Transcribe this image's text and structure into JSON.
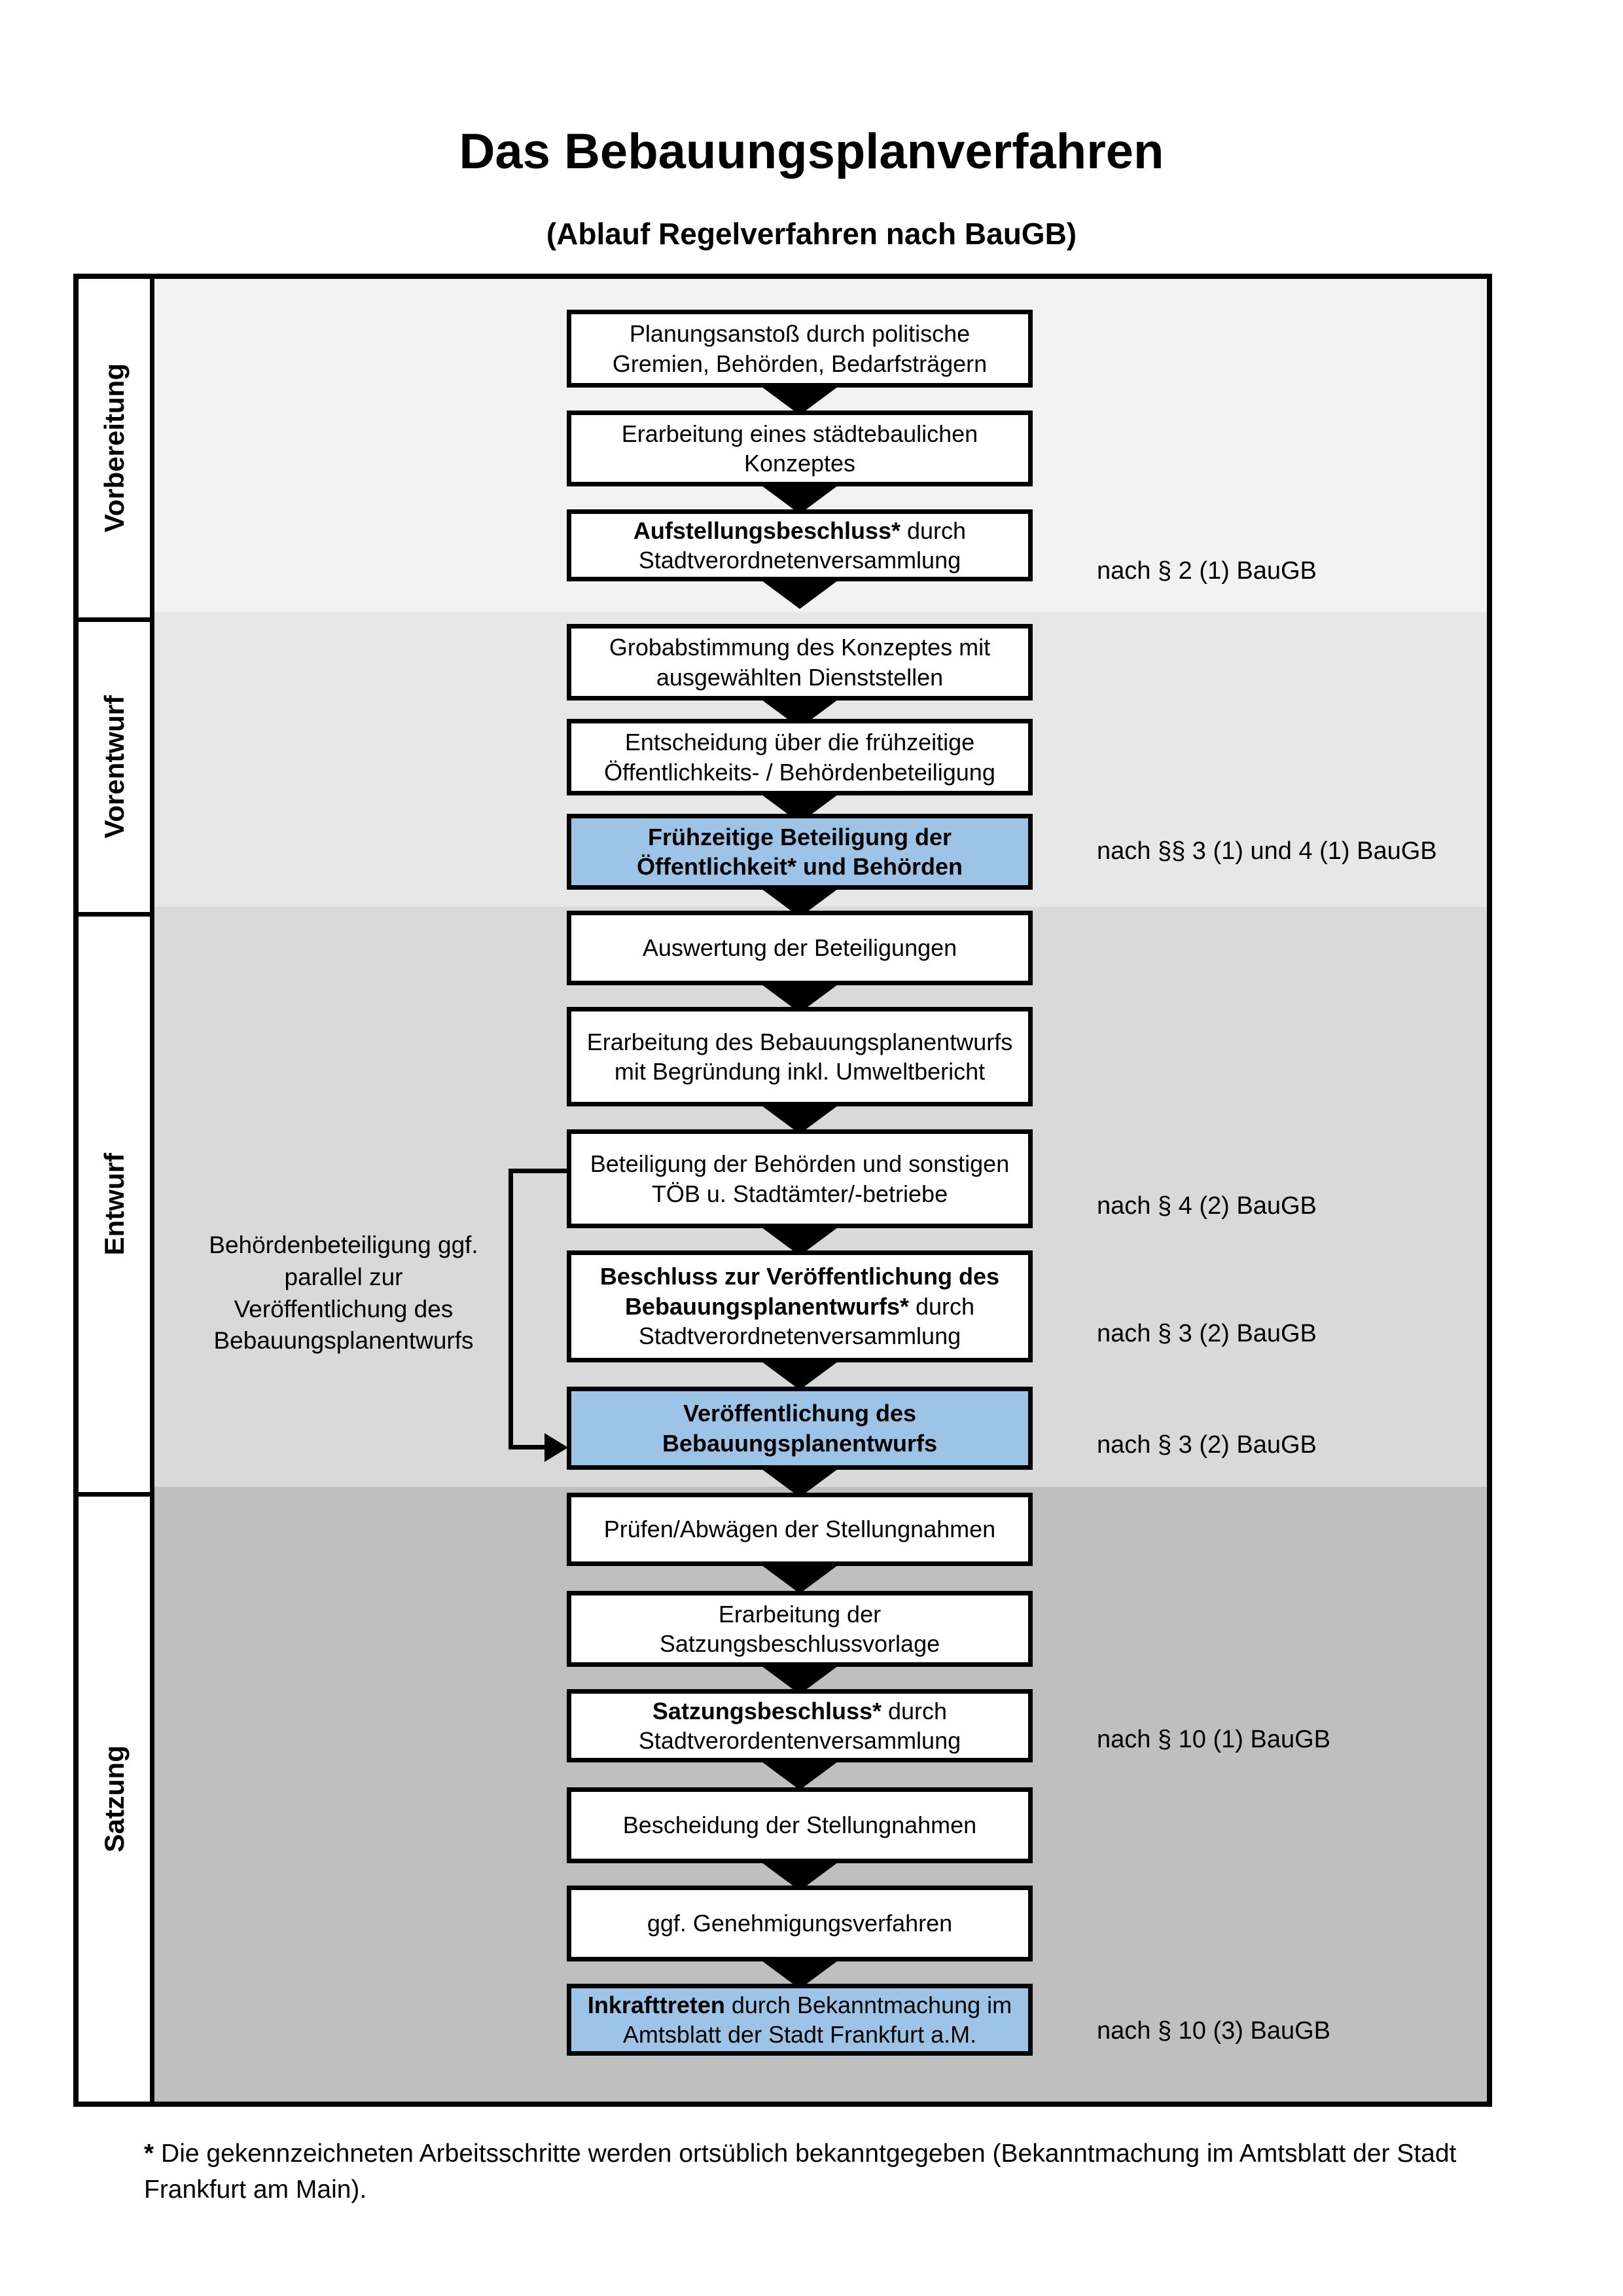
{
  "title": "Das Bebauungsplanverfahren",
  "subtitle": "(Ablauf Regelverfahren nach BauGB)",
  "phases": [
    {
      "label": "Vorbereitung"
    },
    {
      "label": "Vorentwurf"
    },
    {
      "label": "Entwurf"
    },
    {
      "label": "Satzung"
    }
  ],
  "flow": {
    "steps": [
      {
        "bold": "",
        "rest": "Planungsanstoß durch politische Gremien, Behörden, Bedarfsträgern",
        "highlighted": false
      },
      {
        "bold": "",
        "rest": "Erarbeitung eines städtebaulichen Konzeptes",
        "highlighted": false
      },
      {
        "bold": "Aufstellungsbeschluss*",
        "rest": " durch Stadtverordnetenversammlung",
        "highlighted": false
      },
      {
        "bold": "",
        "rest": "Grobabstimmung des Konzeptes mit ausgewählten Dienststellen",
        "highlighted": false
      },
      {
        "bold": "",
        "rest": "Entscheidung über die frühzeitige Öffentlichkeits- / Behördenbeteiligung",
        "highlighted": false
      },
      {
        "bold": "Frühzeitige Beteiligung der Öffentlichkeit* und Behörden",
        "rest": "",
        "highlighted": true
      },
      {
        "bold": "",
        "rest": "Auswertung der Beteiligungen",
        "highlighted": false
      },
      {
        "bold": "",
        "rest": "Erarbeitung des Bebauungsplanentwurfs mit Begründung inkl. Umweltbericht",
        "highlighted": false
      },
      {
        "bold": "",
        "rest": "Beteiligung der Behörden und sonstigen TÖB u. Stadtämter/-betriebe",
        "highlighted": false
      },
      {
        "bold": "Beschluss zur Veröffentlichung des Bebauungsplanentwurfs*",
        "rest": " durch Stadtverordnetenversammlung",
        "highlighted": false
      },
      {
        "bold": "Veröffentlichung des Bebauungsplanentwurfs",
        "rest": "",
        "highlighted": true
      },
      {
        "bold": "",
        "rest": "Prüfen/Abwägen der Stellungnahmen",
        "highlighted": false
      },
      {
        "bold": "",
        "rest": "Erarbeitung der Satzungsbeschlussvorlage",
        "highlighted": false
      },
      {
        "bold": "Satzungsbeschluss*",
        "rest": " durch Stadtverordentenversammlung",
        "highlighted": false
      },
      {
        "bold": "",
        "rest": "Bescheidung der Stellungnahmen",
        "highlighted": false
      },
      {
        "bold": "",
        "rest": "ggf. Genehmigungsverfahren",
        "highlighted": false
      },
      {
        "bold": "Inkrafttreten",
        "rest": " durch Bekanntmachung im Amtsblatt der Stadt Frankfurt a.M.",
        "highlighted": true
      }
    ]
  },
  "refs": [
    {
      "text": "nach § 2 (1) BauGB"
    },
    {
      "text": "nach §§ 3 (1) und 4 (1) BauGB"
    },
    {
      "text": "nach § 4 (2) BauGB"
    },
    {
      "text": "nach § 3 (2) BauGB"
    },
    {
      "text": "nach § 3 (2) BauGB"
    },
    {
      "text": "nach § 10 (1) BauGB"
    },
    {
      "text": "nach § 10 (3) BauGB"
    }
  ],
  "side_note": "Behördenbeteiligung ggf. parallel zur Veröffentlichung des Bebauungsplanentwurfs",
  "footnote": {
    "marker": "*",
    "text": " Die gekennzeichneten Arbeitsschritte werden ortsüblich bekanntgegeben (Bekanntmachung im Amtsblatt  der Stadt Frankfurt am Main)."
  },
  "colors": {
    "highlight_blue": "#9dc3e6",
    "band_vorbereitung": "#f2f2f2",
    "band_vorentwurf": "#e7e7e7",
    "band_entwurf": "#d9d9d9",
    "band_satzung": "#bfbfbf",
    "line_black": "#000000"
  }
}
